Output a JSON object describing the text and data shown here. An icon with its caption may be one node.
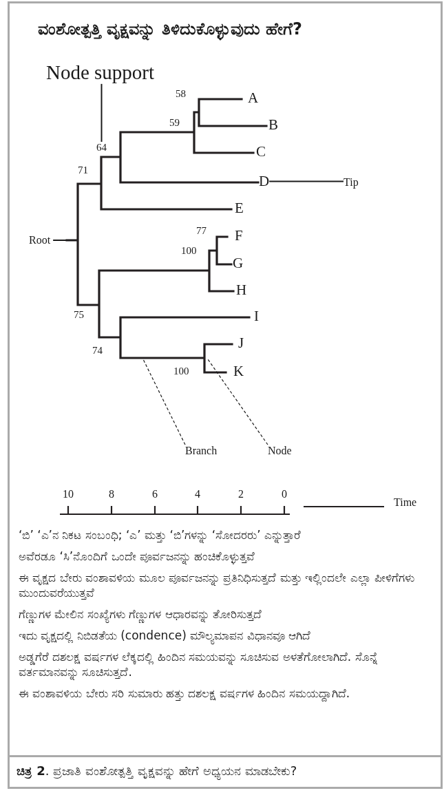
{
  "diagram": {
    "title": "ವಂಶೋತ್ಪತ್ತಿ ವೃಕ್ಷವನ್ನು ತಿಳಿದುಕೊಳ್ಳುವುದು ಹೇಗೆ?",
    "caption": "**ಚಿತ್ರ 2**. ಪ್ರಜಾತಿ ವಂಶೋತ್ಪತ್ತಿ ವೃಕ್ಷವನ್ನು ಹೇಗೆ ಅಧ್ಯಯನ ಮಾಡಬೇಕು?",
    "nodes": [
      {
        "text": [
          "Node support"
        ]
      },
      {
        "text": [
          "A"
        ]
      },
      {
        "text": [
          "B"
        ]
      },
      {
        "text": [
          "C"
        ]
      },
      {
        "text": [
          "D"
        ]
      },
      {
        "text": [
          "Tip"
        ]
      },
      {
        "text": [
          "E"
        ]
      },
      {
        "text": [
          "Root"
        ]
      },
      {
        "text": [
          "F"
        ]
      },
      {
        "text": [
          "G"
        ]
      },
      {
        "text": [
          "H"
        ]
      },
      {
        "text": [
          "I"
        ]
      },
      {
        "text": [
          "J"
        ]
      },
      {
        "text": [
          "K"
        ]
      },
      {
        "text": [
          "Branch"
        ]
      },
      {
        "text": [
          "Node"
        ]
      },
      {
        "text": [
          "64"
        ]
      }
    ],
    "edges": [
      {
        "from": 0,
        "to": 16,
        "arrow": "none"
      },
      {
        "from": 5,
        "to": 4,
        "arrow": "none"
      },
      {
        "from": 7,
        "to": null,
        "arrow": "none"
      },
      {
        "from": 14,
        "to": null,
        "arrow": "none",
        "style": "dashed"
      },
      {
        "from": 15,
        "to": null,
        "arrow": "none",
        "style": "dashed"
      }
    ],
    "labels": [
      "58",
      "59",
      "71",
      "77",
      "100",
      "75",
      "74",
      "100",
      "10",
      "8",
      "6",
      "4",
      "2",
      "0",
      "‘ಬಿ’ ‘ಎ’ನ ನಿಕಟ ಸಂಬಂಧಿ; ‘ಎ’ ಮತ್ತು ‘ಬಿ’ಗಳನ್ನು ‘ಸೋದರರು’ ಎನ್ನುತ್ತಾರೆ",
      "ಅವೆರಡೂ ‘ಸಿ’ನೊಂದಿಗೆ ಒಂದೇ ಪೂರ್ವಜನನ್ನು ಹಂಚಿಕೊಳ್ಳುತ್ತವೆ",
      "ಈ ವೃಕ್ಷದ ಬೇರು ವಂಶಾವಳಿಯ ಮೂಲ ಪೂರ್ವಜನನ್ನು ಪ್ರತಿನಿಧಿಸುತ್ತದೆ ಮತ್ತು ಇಲ್ಲಿಂದಲೇ ಎಲ್ಲಾ ಪೀಳಿಗೆಗಳು ಮುಂದುವರೆಯುತ್ತವೆ",
      "ಗೆಣ್ಣುಗಳ ಮೇಲಿನ ಸಂಖ್ಯೆಗಳು ಗೆಣ್ಣುಗಳ ಆಧಾರವನ್ನು ತೋರಿಸುತ್ತದೆ",
      "ಇದು ವೃಕ್ಷದಲ್ಲಿ ನಿಬಿಡತೆಯ (condence) ಮೌಲ್ಯಮಾಪನ ವಿಧಾನವೂ ಆಗಿದೆ",
      "ಅಡ್ಡಗೆರೆ ದಶಲಕ್ಷ ವರ್ಷಗಳ ಲೆಕ್ಕದಲ್ಲಿ ಹಿಂದಿನ ಸಮಯವನ್ನು ಸೂಚಿಸುವ ಅಳತೆಗೋಲಾಗಿದೆ. ಸೊನ್ನೆ ವರ್ತಮಾನವನ್ನು ಸೂಚಿಸುತ್ತದೆ.",
      "ಈ ವಂಶಾವಳಿಯ ಬೇರು ಸರಿ ಸುಮಾರು ಹತ್ತು ದಶಲಕ್ಷ ವರ್ಷಗಳ ಹಿಂದಿನ ಸಮಯದ್ದಾಗಿದೆ."
    ],
    "legend": [
      {
        "text": "Time"
      }
    ]
  }
}
